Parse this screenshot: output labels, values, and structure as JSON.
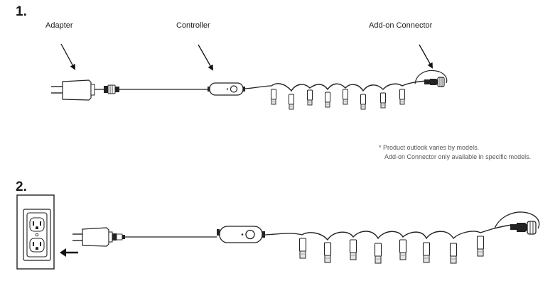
{
  "steps": [
    {
      "number": "1."
    },
    {
      "number": "2."
    }
  ],
  "labels": {
    "adapter": "Adapter",
    "controller": "Controller",
    "addon_connector": "Add-on Connector"
  },
  "notes": {
    "line1": "* Product outlook varies by models.",
    "line2": "Add-on Connector only available in specific models."
  },
  "icons": {
    "pointer_arrow": "arrow-down-right-icon",
    "plug_direction": "arrow-left-icon"
  }
}
